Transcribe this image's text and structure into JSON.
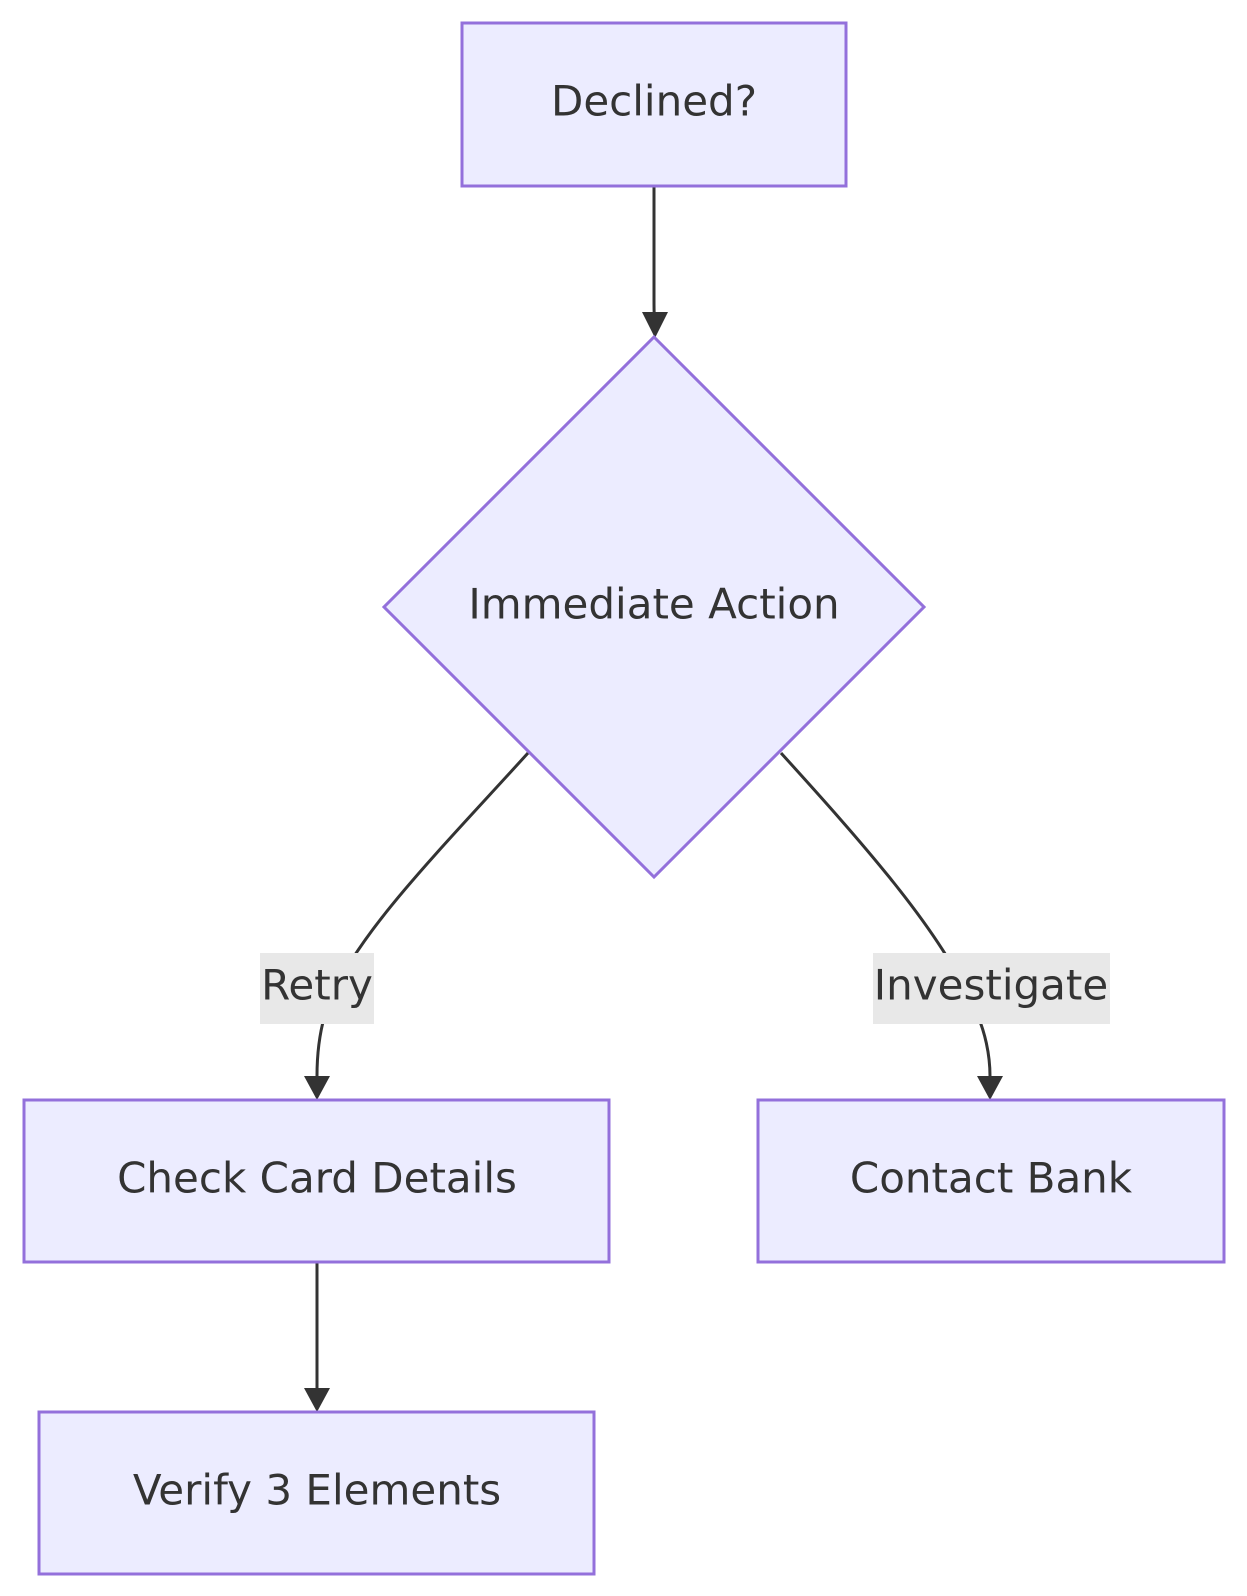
{
  "diagram": {
    "nodes": {
      "declined": "Declined?",
      "immediate_action": "Immediate Action",
      "check_card_details": "Check Card Details",
      "contact_bank": "Contact Bank",
      "verify_elements": "Verify 3 Elements"
    },
    "edge_labels": {
      "retry": "Retry",
      "investigate": "Investigate"
    },
    "colors": {
      "node_fill": "#ECECFF",
      "node_stroke": "#9370DB",
      "edge": "#333333",
      "text": "#333333",
      "edge_label_bg": "#E8E8E8"
    }
  }
}
